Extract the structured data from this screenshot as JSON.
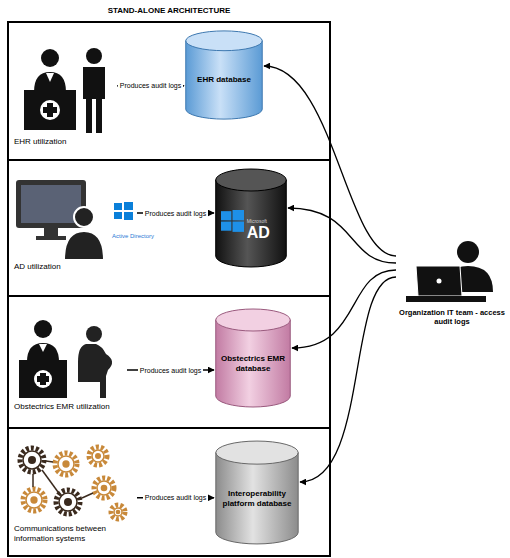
{
  "diagram": {
    "title": "STAND-ALONE ARCHITECTURE",
    "nodes": [
      {
        "text": [
          "EHR utilization"
        ]
      },
      {
        "text": [
          "EHR database"
        ]
      },
      {
        "text": [
          "AD utilization"
        ]
      },
      {
        "text": [
          "Microsoft",
          "AD"
        ]
      },
      {
        "text": [
          "Obstectrics EMR utilization"
        ]
      },
      {
        "text": [
          "Obstectrics EMR database"
        ]
      },
      {
        "text": [
          "Communications between information systems"
        ]
      },
      {
        "text": [
          "Interoperability platform database"
        ]
      },
      {
        "text": [
          "Organization IT team - access audit logs"
        ]
      }
    ],
    "edges": [
      {
        "from": 0,
        "to": 1,
        "label": "Produces audit logs",
        "arrow": "to"
      },
      {
        "from": 2,
        "to": 3,
        "label": "Produces audit logs",
        "arrow": "to"
      },
      {
        "from": 4,
        "to": 5,
        "label": "Produces audit logs",
        "arrow": "to"
      },
      {
        "from": 6,
        "to": 7,
        "label": "Produces audit logs",
        "arrow": "to"
      },
      {
        "from": 8,
        "to": 1,
        "arrow": "to"
      },
      {
        "from": 8,
        "to": 3,
        "arrow": "to"
      },
      {
        "from": 8,
        "to": 5,
        "arrow": "to"
      },
      {
        "from": 8,
        "to": 7,
        "arrow": "to"
      }
    ],
    "labels": [
      "Active Directory"
    ]
  }
}
